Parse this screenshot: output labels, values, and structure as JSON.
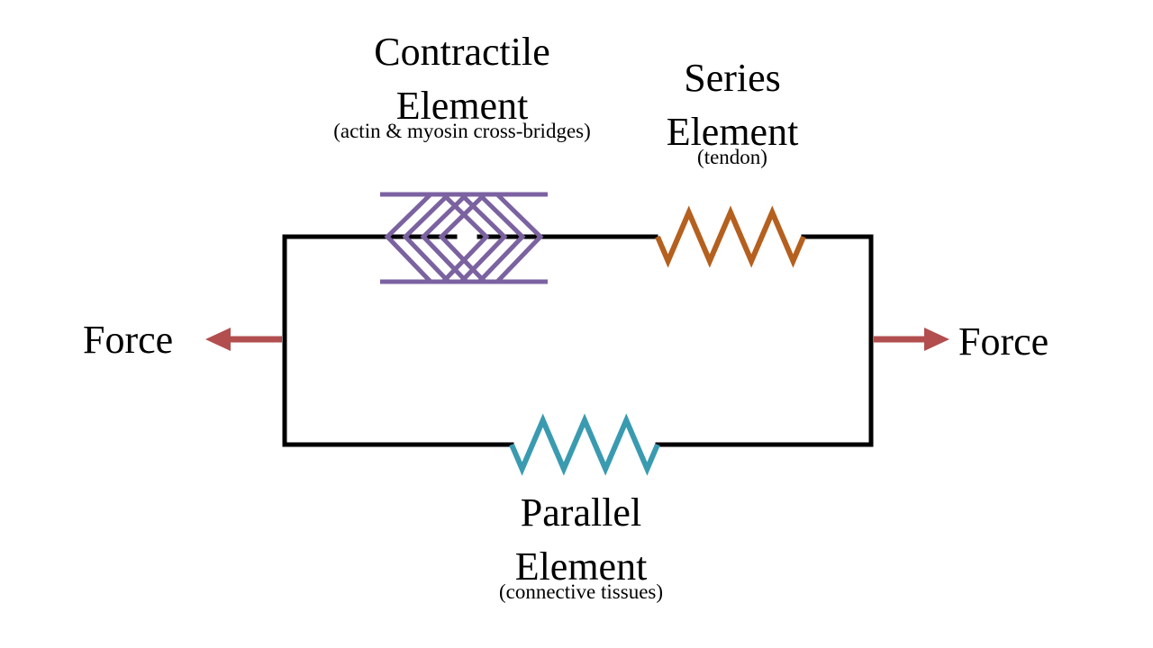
{
  "diagram": {
    "title": "Hill-type muscle model",
    "colors": {
      "wire": "#000000",
      "contractile": "#7b62a0",
      "series": "#b5601e",
      "parallel": "#3a9bb0",
      "force_arrow": "#b24e4e"
    },
    "contractile_element": {
      "title_line1": "Contractile",
      "title_line2": "Element",
      "subtitle": "(actin & myosin cross-bridges)"
    },
    "series_element": {
      "title_line1": "Series",
      "title_line2": "Element",
      "subtitle": "(tendon)"
    },
    "parallel_element": {
      "title_line1": "Parallel",
      "title_line2": "Element",
      "subtitle": "(connective tissues)"
    },
    "force_left": {
      "label": "Force",
      "direction": "left"
    },
    "force_right": {
      "label": "Force",
      "direction": "right"
    },
    "spring_peaks": 3
  }
}
